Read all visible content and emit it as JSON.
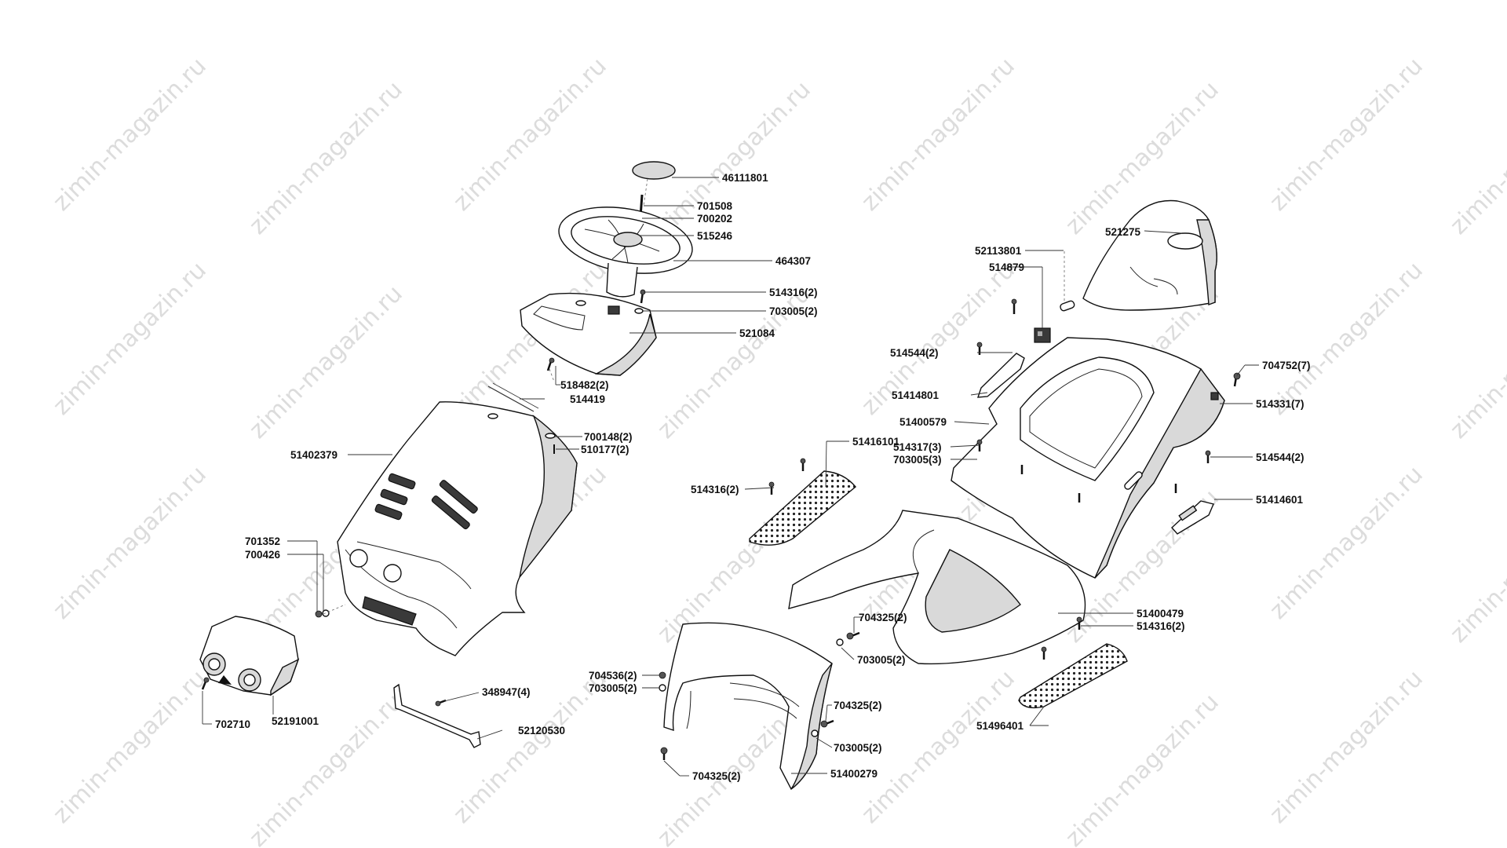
{
  "watermark": "zimin-magazin.ru",
  "parts": [
    {
      "id": "p46111801",
      "number": "46111801"
    },
    {
      "id": "p701508",
      "number": "701508"
    },
    {
      "id": "p700202",
      "number": "700202"
    },
    {
      "id": "p515246",
      "number": "515246"
    },
    {
      "id": "p464307",
      "number": "464307"
    },
    {
      "id": "p514316a",
      "number": "514316(2)"
    },
    {
      "id": "p703005a",
      "number": "703005(2)"
    },
    {
      "id": "p521084",
      "number": "521084"
    },
    {
      "id": "p518482",
      "number": "518482(2)"
    },
    {
      "id": "p514419",
      "number": "514419"
    },
    {
      "id": "p700148",
      "number": "700148(2)"
    },
    {
      "id": "p510177",
      "number": "510177(2)"
    },
    {
      "id": "p51402379",
      "number": "51402379"
    },
    {
      "id": "p701352",
      "number": "701352"
    },
    {
      "id": "p700426",
      "number": "700426"
    },
    {
      "id": "p702710",
      "number": "702710"
    },
    {
      "id": "p52191001",
      "number": "52191001"
    },
    {
      "id": "p348947",
      "number": "348947(4)"
    },
    {
      "id": "p52120530",
      "number": "52120530"
    },
    {
      "id": "p521275",
      "number": "521275"
    },
    {
      "id": "p52113801",
      "number": "52113801"
    },
    {
      "id": "p514879",
      "number": "514879"
    },
    {
      "id": "p514544a",
      "number": "514544(2)"
    },
    {
      "id": "p704752",
      "number": "704752(7)"
    },
    {
      "id": "p514331",
      "number": "514331(7)"
    },
    {
      "id": "p51414801",
      "number": "51414801"
    },
    {
      "id": "p51400579",
      "number": "51400579"
    },
    {
      "id": "p51416101",
      "number": "51416101"
    },
    {
      "id": "p514317",
      "number": "514317(3)"
    },
    {
      "id": "p703005b",
      "number": "703005(3)"
    },
    {
      "id": "p514544b",
      "number": "514544(2)"
    },
    {
      "id": "p514316b",
      "number": "514316(2)"
    },
    {
      "id": "p51414601",
      "number": "51414601"
    },
    {
      "id": "p51400479",
      "number": "51400479"
    },
    {
      "id": "p514316c",
      "number": "514316(2)"
    },
    {
      "id": "p704325a",
      "number": "704325(2)"
    },
    {
      "id": "p703005c",
      "number": "703005(2)"
    },
    {
      "id": "p704536",
      "number": "704536(2)"
    },
    {
      "id": "p703005d",
      "number": "703005(2)"
    },
    {
      "id": "p704325b",
      "number": "704325(2)"
    },
    {
      "id": "p703005e",
      "number": "703005(2)"
    },
    {
      "id": "p51496401",
      "number": "51496401"
    },
    {
      "id": "p704325c",
      "number": "704325(2)"
    },
    {
      "id": "p51400279",
      "number": "51400279"
    }
  ]
}
